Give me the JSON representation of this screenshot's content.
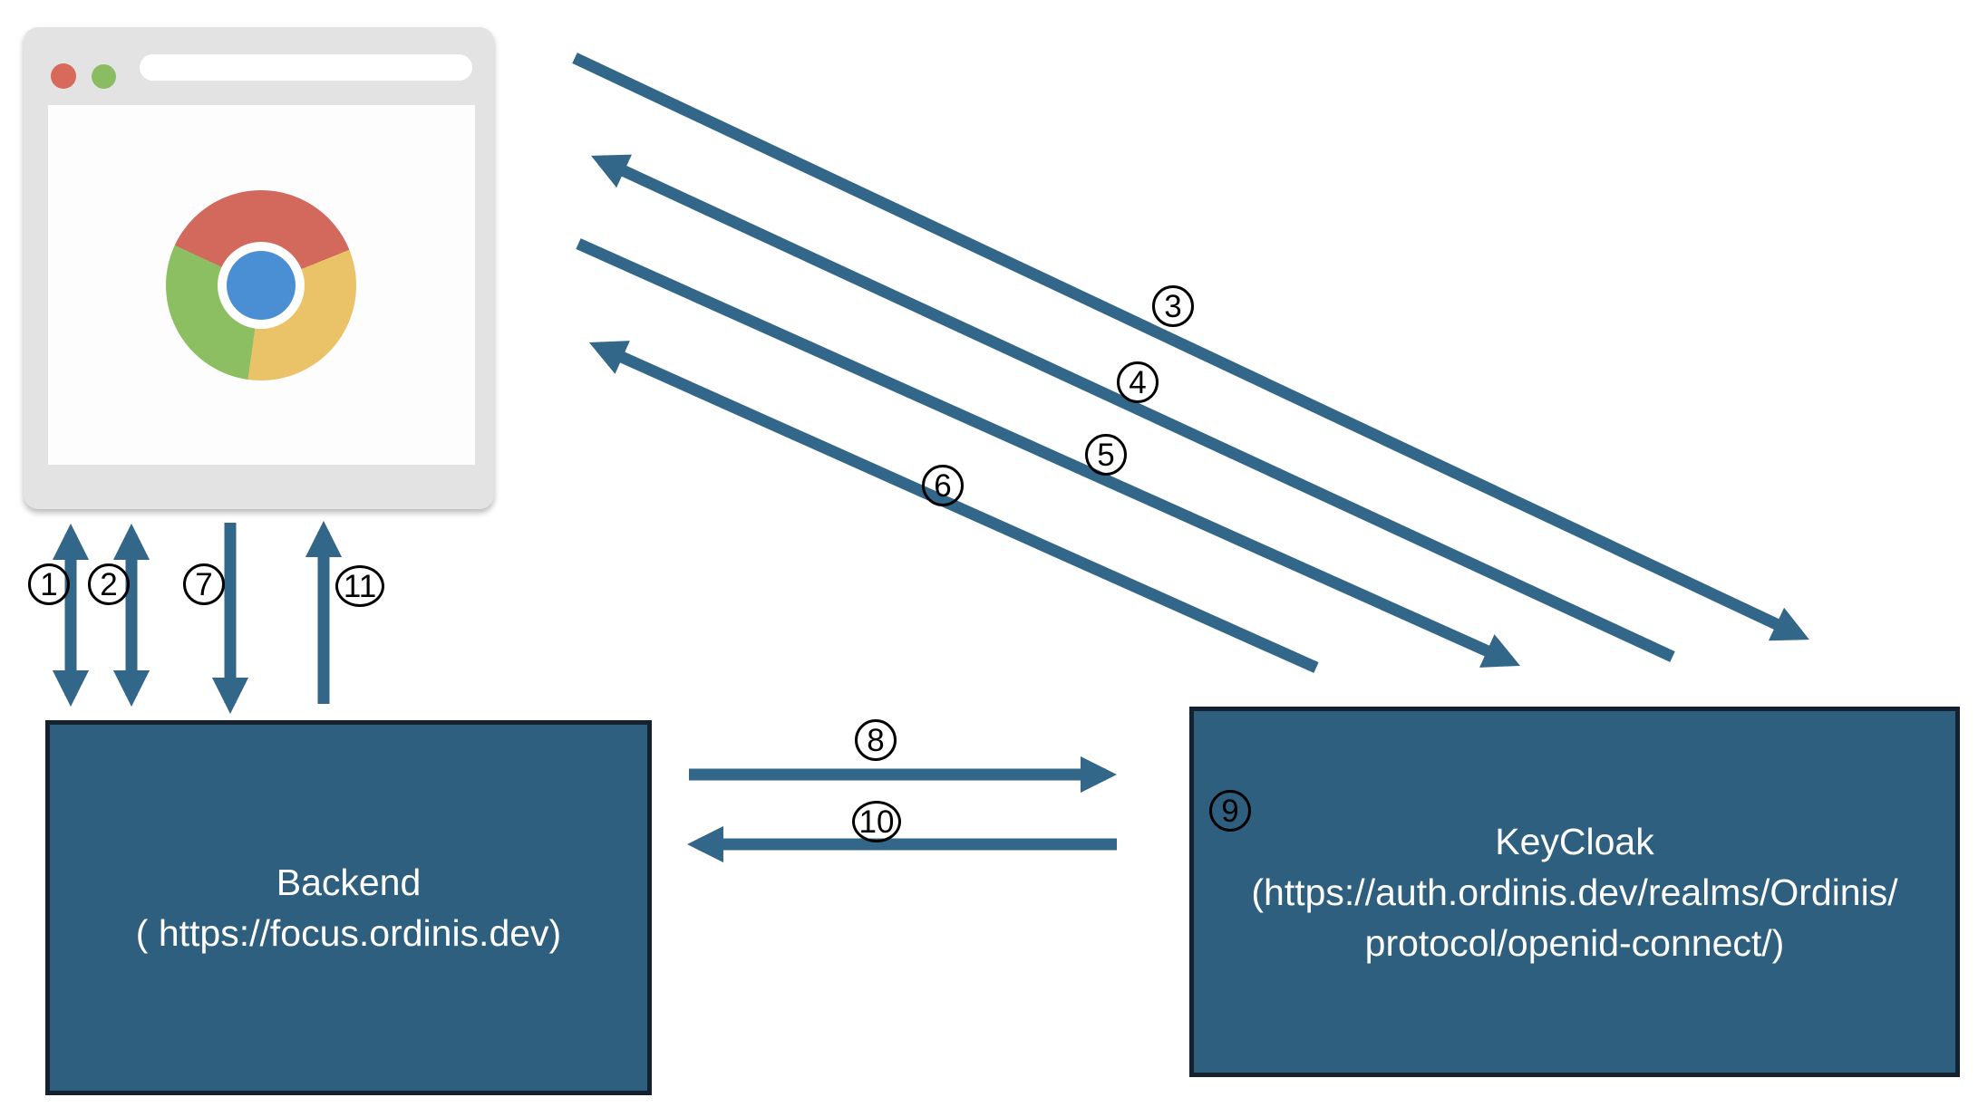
{
  "diagram": {
    "colors": {
      "arrow": "#336789",
      "box_fill": "#2E5F7E",
      "box_border": "#13222E",
      "label_outline": "#000000",
      "browser_frame": "#E3E3E3",
      "browser_dot_red": "#D86A5C",
      "browser_dot_green": "#8ABD62",
      "chrome_red": "#D3685C",
      "chrome_yellow": "#EAC369",
      "chrome_green": "#8CBE62",
      "chrome_blue": "#4A8FD3"
    },
    "backend_box": {
      "title": "Backend",
      "subtitle": "( https://focus.ordinis.dev)"
    },
    "keycloak_box": {
      "title": "KeyCloak",
      "subtitle_line1": "(https://auth.ordinis.dev/realms/Ordinis/",
      "subtitle_line2": "protocol/openid-connect/)"
    },
    "steps": {
      "s1": "1",
      "s2": "2",
      "s3": "3",
      "s4": "4",
      "s5": "5",
      "s6": "6",
      "s7": "7",
      "s8": "8",
      "s9": "9",
      "s10": "10",
      "s11": "11"
    }
  }
}
